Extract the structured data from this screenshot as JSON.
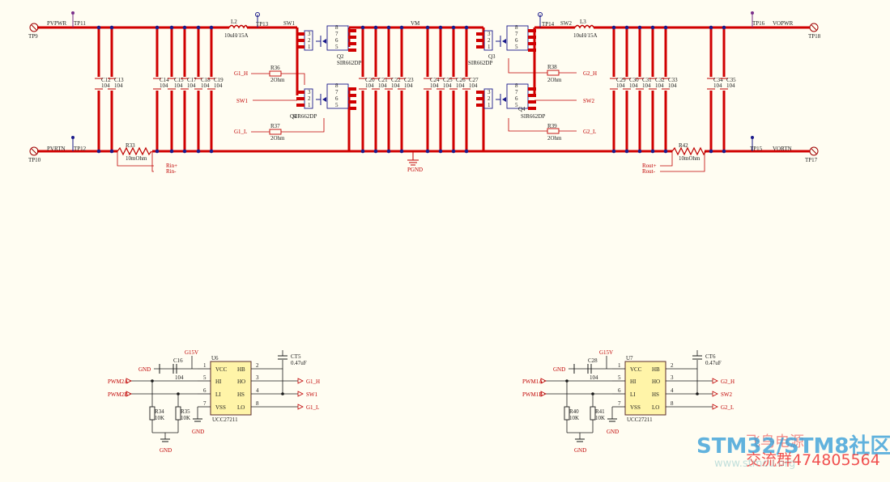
{
  "rails": {
    "top_left": "PVPWR",
    "bot_left": "PVRTN",
    "vm": "VM",
    "top_right": "VOPWR",
    "bot_right": "VORTN",
    "pgnd": "PGND",
    "sw1": "SW1",
    "sw2": "SW2"
  },
  "testpoints": {
    "tp9": "TP9",
    "tp10": "TP10",
    "tp11": "TP11",
    "tp12": "TP12",
    "tp13": "TP13",
    "tp14": "TP14",
    "tp15": "TP15",
    "tp16": "TP16",
    "tp17": "TP17",
    "tp18": "TP18"
  },
  "inductors": [
    {
      "ref": "L2",
      "value": "10uH/15A"
    },
    {
      "ref": "L3",
      "value": "10uH/15A"
    }
  ],
  "shunts": [
    {
      "ref": "R33",
      "value": "10mOhm",
      "p": "Rin+",
      "n": "Rin-"
    },
    {
      "ref": "R42",
      "value": "10mOhm",
      "p": "Rout+",
      "n": "Rout-"
    }
  ],
  "capacitors": {
    "group1": [
      "C12",
      "C13"
    ],
    "group2": [
      "C14",
      "C15",
      "C17",
      "C18",
      "C19"
    ],
    "group3": [
      "C20",
      "C21",
      "C22",
      "C23"
    ],
    "group4": [
      "C24",
      "C25",
      "C26",
      "C27"
    ],
    "group5": [
      "C29",
      "C30",
      "C31",
      "C32",
      "C33"
    ],
    "group6": [
      "C34",
      "C35"
    ],
    "value": "104"
  },
  "mosfets": [
    {
      "ref": "Q1",
      "part": "SIR662DP"
    },
    {
      "ref": "Q2",
      "part": "SIR662DP"
    },
    {
      "ref": "Q3",
      "part": "SIR662DP"
    },
    {
      "ref": "Q4",
      "part": "SIR662DP"
    }
  ],
  "gate_resistors": [
    {
      "ref": "R36",
      "value": "2Ohm",
      "net": "G1_H"
    },
    {
      "ref": "R37",
      "value": "2Ohm",
      "net": "G1_L"
    },
    {
      "ref": "R38",
      "value": "2Ohm",
      "net": "G2_H"
    },
    {
      "ref": "R39",
      "value": "2Ohm",
      "net": "G2_L"
    }
  ],
  "drivers": [
    {
      "ref": "U6",
      "part": "UCC27211",
      "supply": "G15V",
      "cap": "C16",
      "cap_value": "104",
      "boot": "CT5",
      "boot_value": "0.47uF",
      "in_a": "PWM2A",
      "in_b": "PWM2B",
      "r_a": "R34",
      "r_b": "R35",
      "r_value": "10K",
      "out_ho": "G1_H",
      "out_hs": "SW1",
      "out_lo": "G1_L"
    },
    {
      "ref": "U7",
      "part": "UCC27211",
      "supply": "G15V",
      "cap": "C28",
      "cap_value": "104",
      "boot": "CT6",
      "boot_value": "0.47uF",
      "in_a": "PWM1A",
      "in_b": "PWM1B",
      "r_a": "R40",
      "r_b": "R41",
      "r_value": "10K",
      "out_ho": "G2_H",
      "out_hs": "SW2",
      "out_lo": "G2_L"
    }
  ],
  "pins": {
    "vcc": "VCC",
    "hi": "HI",
    "li": "LI",
    "vss": "VSS",
    "hb": "HB",
    "ho": "HO",
    "hs": "HS",
    "lo": "LO"
  },
  "gnd": "GND",
  "watermark": {
    "line1": "STM32/STM8社区",
    "line2": "飞鸟电源",
    "line3": "交流群474805564",
    "line4": "www.stmcu.org"
  }
}
